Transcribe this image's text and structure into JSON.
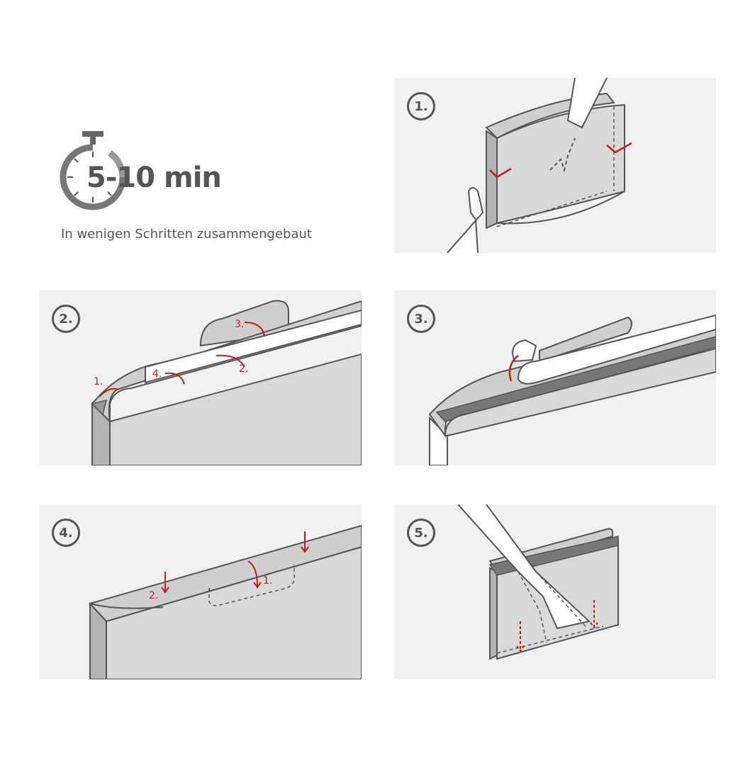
{
  "timer": {
    "label": "5-10 min",
    "icon": "stopwatch-icon"
  },
  "tagline": "In wenigen Schritten zusammengebaut",
  "steps": [
    {
      "number": "1.",
      "labels": []
    },
    {
      "number": "2.",
      "labels": [
        "1.",
        "2.",
        "3.",
        "4."
      ]
    },
    {
      "number": "3.",
      "labels": []
    },
    {
      "number": "4.",
      "labels": [
        "1.",
        "2."
      ]
    },
    {
      "number": "5.",
      "labels": []
    }
  ],
  "colors": {
    "accent": "#c0201a",
    "stroke": "#555555",
    "panel": "#f1f1f1",
    "fill": "#d9d9d9",
    "dark": "#b3b3b3"
  }
}
